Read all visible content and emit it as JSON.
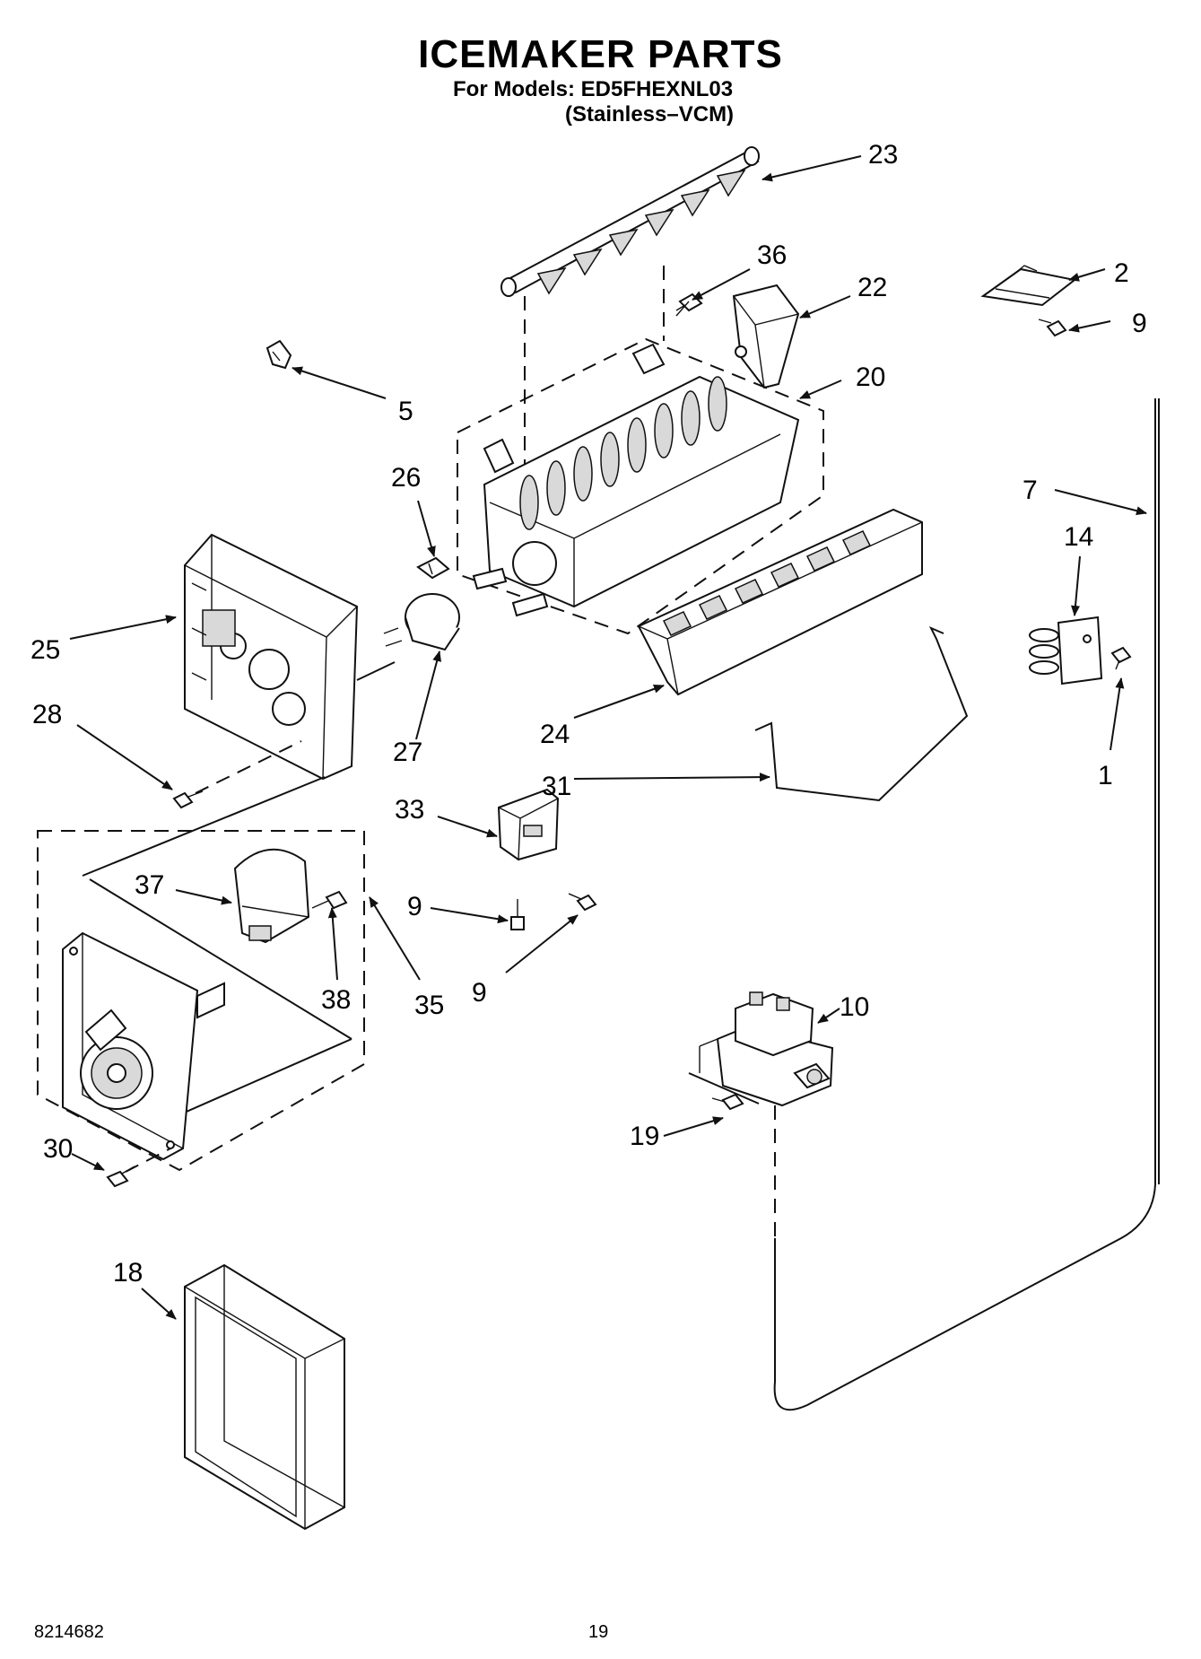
{
  "header": {
    "title": "ICEMAKER PARTS",
    "models_line": "For Models: ED5FHEXNL03",
    "finish_line": "(Stainless–VCM)"
  },
  "footer": {
    "document_number": "8214682",
    "page_number": "19"
  },
  "callouts": {
    "c23": "23",
    "c36": "36",
    "c22": "22",
    "c2": "2",
    "c9a": "9",
    "c5": "5",
    "c20": "20",
    "c26": "26",
    "c7": "7",
    "c14": "14",
    "c25": "25",
    "c27": "27",
    "c24": "24",
    "c1": "1",
    "c28": "28",
    "c31": "31",
    "c33": "33",
    "c37": "37",
    "c9b": "9",
    "c38": "38",
    "c35": "35",
    "c9c": "9",
    "c10": "10",
    "c19": "19",
    "c30": "30",
    "c18": "18"
  }
}
